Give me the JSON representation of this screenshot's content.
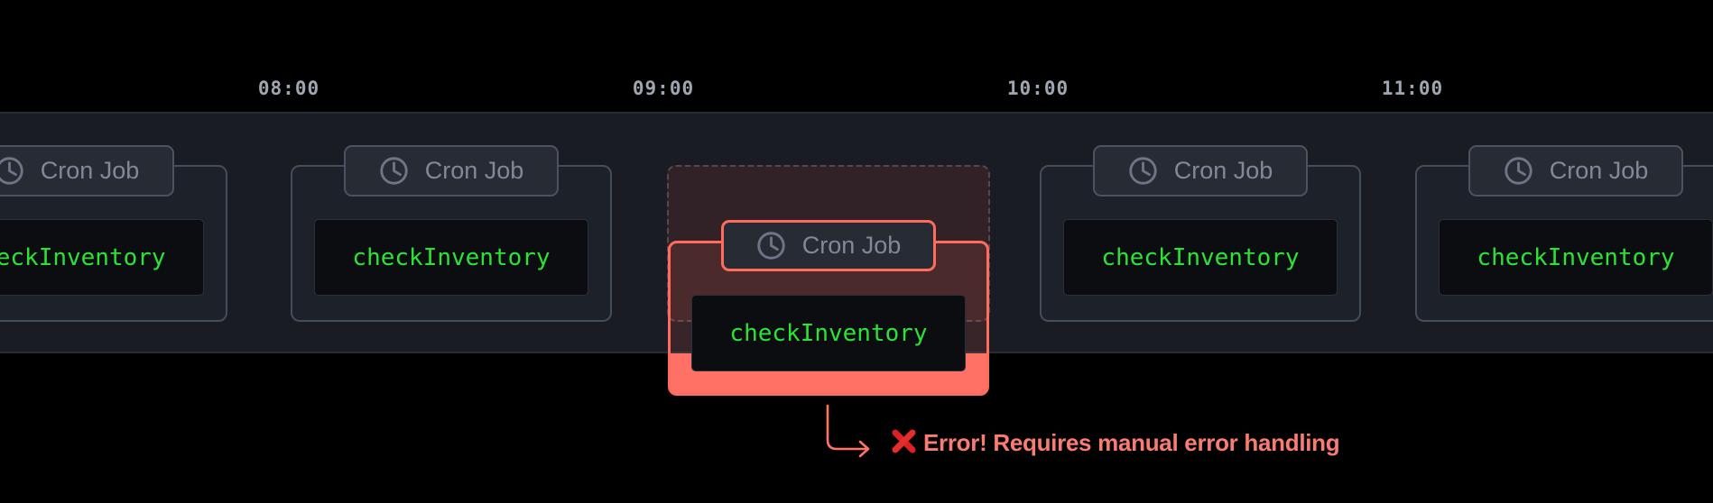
{
  "timeline": {
    "ticks": [
      {
        "label": "08:00"
      },
      {
        "label": "09:00"
      },
      {
        "label": "10:00"
      },
      {
        "label": "11:00"
      }
    ],
    "jobs": [
      {
        "badge_label": "Cron Job",
        "function_name": "checkInventory",
        "status": "success"
      },
      {
        "badge_label": "Cron Job",
        "function_name": "checkInventory",
        "status": "success"
      },
      {
        "badge_label": "Cron Job",
        "function_name": "checkInventory",
        "status": "error"
      },
      {
        "badge_label": "Cron Job",
        "function_name": "checkInventory",
        "status": "success"
      },
      {
        "badge_label": "Cron Job",
        "function_name": "checkInventory",
        "status": "success"
      }
    ],
    "error_annotation": {
      "icon": "cross-mark-icon",
      "text": "Error! Requires manual error handling"
    }
  },
  "colors": {
    "background": "#000000",
    "band": "#191c23",
    "card_background": "#1d212a",
    "card_border": "#454c5a",
    "badge_background": "#262b34",
    "badge_border": "#4c5260",
    "badge_text": "#818897",
    "code_background": "#0b0d11",
    "code_text_green": "#2be335",
    "time_label": "#a0a6b1",
    "error_salmon": "#ff6b5d",
    "error_text": "#f97b72",
    "error_cross_red": "#dd2222"
  }
}
